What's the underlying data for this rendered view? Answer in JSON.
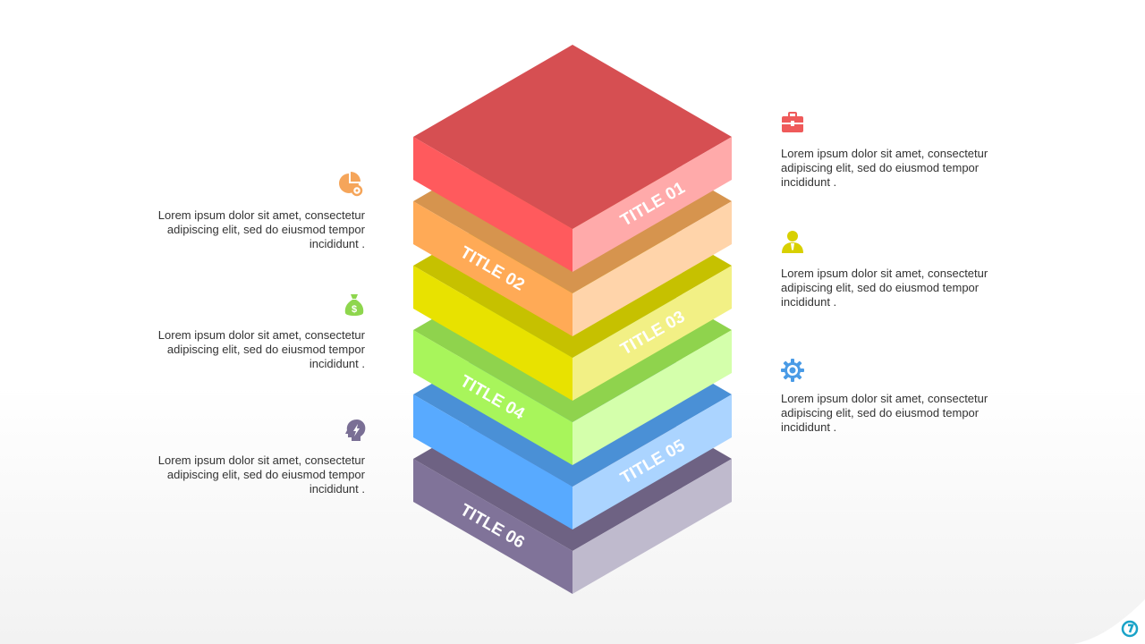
{
  "layers": [
    {
      "title": "TITLE 01",
      "top": "#d64f52",
      "left": "#ff5a5d",
      "right": "#ffaaaa",
      "labelSide": "right"
    },
    {
      "title": "TITLE 02",
      "top": "#d6944e",
      "left": "#ffaa56",
      "right": "#ffd4aa",
      "labelSide": "left"
    },
    {
      "title": "TITLE 03",
      "top": "#c6c100",
      "left": "#e8e200",
      "right": "#f2f085",
      "labelSide": "right"
    },
    {
      "title": "TITLE 04",
      "top": "#8fd34d",
      "left": "#a8f55b",
      "right": "#d4ffab",
      "labelSide": "left"
    },
    {
      "title": "TITLE 05",
      "top": "#4a90d6",
      "left": "#58aaff",
      "right": "#abd4ff",
      "labelSide": "right"
    },
    {
      "title": "TITLE 06",
      "top": "#6e6283",
      "left": "#807399",
      "right": "#bfbacd",
      "labelSide": "left"
    }
  ],
  "left_items": [
    {
      "icon": "pie-chart-gear-icon",
      "color": "#f5a55a",
      "text": "Lorem ipsum dolor sit amet, consectetur adipiscing elit, sed do eiusmod tempor incididunt ."
    },
    {
      "icon": "money-bag-icon",
      "color": "#8ed64d",
      "text": "Lorem ipsum dolor sit amet, consectetur adipiscing elit, sed do eiusmod tempor incididunt ."
    },
    {
      "icon": "head-idea-icon",
      "color": "#7a6f95",
      "text": "Lorem ipsum dolor sit amet, consectetur adipiscing elit, sed do eiusmod tempor incididunt ."
    }
  ],
  "right_items": [
    {
      "icon": "briefcase-icon",
      "color": "#ef5a5a",
      "text": "Lorem ipsum dolor sit amet, consectetur adipiscing elit, sed do eiusmod tempor incididunt ."
    },
    {
      "icon": "user-icon",
      "color": "#d8d000",
      "text": "Lorem ipsum dolor sit amet, consectetur adipiscing elit, sed do eiusmod tempor incididunt ."
    },
    {
      "icon": "gear-icon",
      "color": "#4a9be6",
      "text": "Lorem ipsum dolor sit amet, consectetur adipiscing elit, sed do eiusmod tempor incididunt ."
    }
  ],
  "logo": {
    "icon": "brand-logo-icon",
    "color": "#1aa3c8"
  }
}
